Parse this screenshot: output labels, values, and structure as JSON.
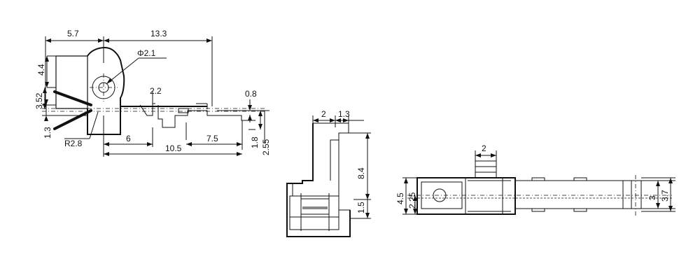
{
  "views": {
    "side": {
      "dims": {
        "w_5_7": "5.7",
        "w_13_3": "13.3",
        "hole_dia": "Φ2.1",
        "h_4_4": "4.4",
        "h_3_52": "3.52",
        "h_1_3": "1.3",
        "radius": "R2.8",
        "h_2_2": "2.2",
        "h_0_8": "0.8",
        "w_6": "6",
        "w_7_5": "7.5",
        "w_10_5": "10.5",
        "h_1_8": "1.8",
        "h_2_55": "2.55"
      }
    },
    "end": {
      "dims": {
        "w_2": "2",
        "w_1_3": "1.3",
        "h_8_4": "8.4",
        "h_1_5": "1.5"
      }
    },
    "top": {
      "dims": {
        "w_2": "2",
        "h_4_5": "4.5",
        "h_2_25": "2.25",
        "h_3": "3",
        "h_3_7": "3.7"
      }
    }
  }
}
